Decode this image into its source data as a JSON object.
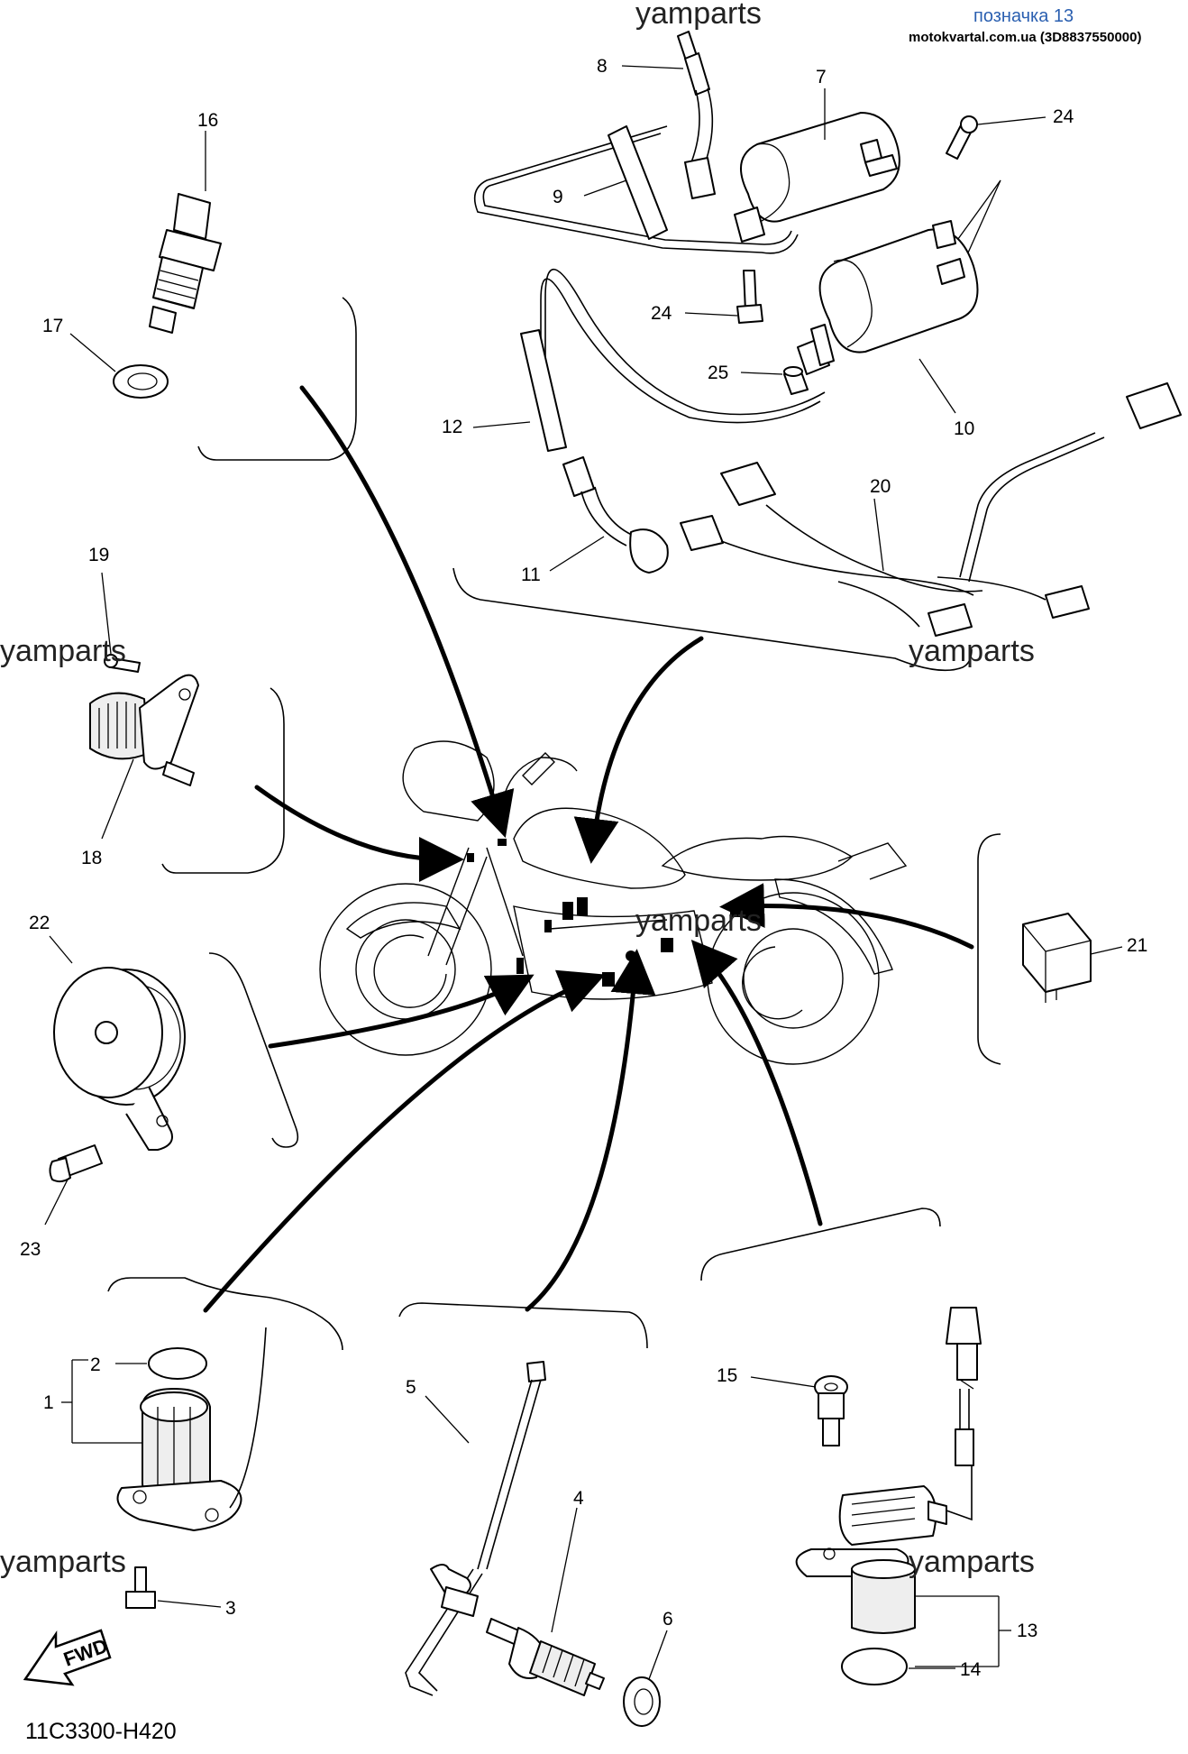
{
  "header": {
    "label": "позначка 13",
    "source": "motokvartal.com.ua (3D8837550000)"
  },
  "watermarks": [
    "yamparts",
    "yamparts",
    "yamparts",
    "yamparts",
    "yamparts"
  ],
  "diagram_code": "11C3300-H420",
  "fwd_label": "FWD",
  "callouts": {
    "c1": "1",
    "c2": "2",
    "c3": "3",
    "c4": "4",
    "c5": "5",
    "c6": "6",
    "c7": "7",
    "c8": "8",
    "c9": "9",
    "c10": "10",
    "c11": "11",
    "c12": "12",
    "c13": "13",
    "c14": "14",
    "c15": "15",
    "c16": "16",
    "c17": "17",
    "c18": "18",
    "c19": "19",
    "c20": "20",
    "c21": "21",
    "c22": "22",
    "c23": "23",
    "c24a": "24",
    "c24b": "24",
    "c25": "25"
  }
}
